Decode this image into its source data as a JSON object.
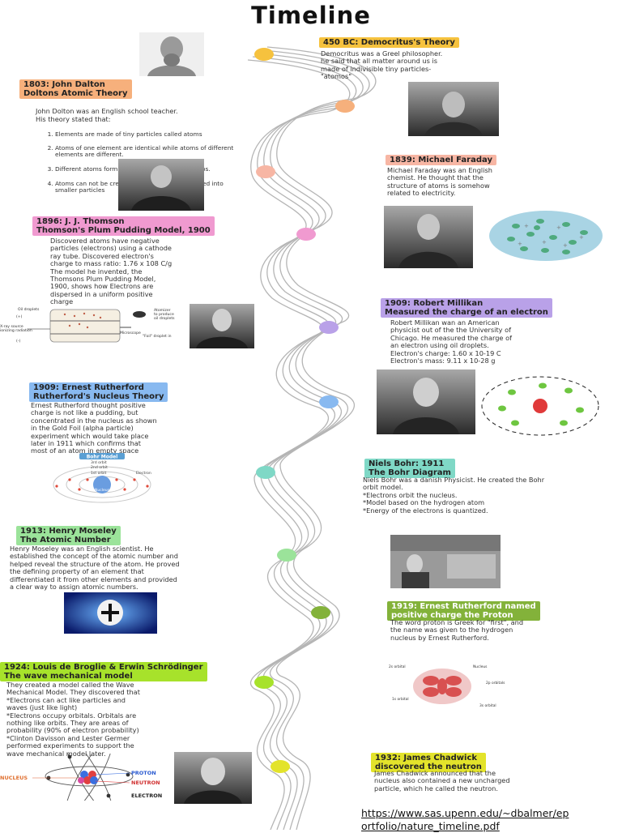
{
  "title": "Timeline",
  "colors": {
    "yellow": "#f6c23e",
    "peach": "#f6b07c",
    "salmon": "#f7b6a4",
    "pink": "#f09ad0",
    "lavender": "#b9a1e8",
    "blue": "#88b9f0",
    "teal": "#7fd8c6",
    "lightgreen": "#9be39a",
    "green": "#83b23a",
    "lime": "#a7e22b",
    "chartreuse": "#e3e32b"
  },
  "events": [
    {
      "label": "450 BC: Democritus's Theory",
      "text": "Democritus was a Greel philosopher.\nhe said that all matter around us is\nmade of indivisible tiny particles-\n\"atomos\""
    },
    {
      "label": "1803: John Dalton\nDoltons Atomic Theory",
      "text": "John Dolton was an English school teacher.\nHis theory stated that:",
      "list": [
        "Elements are made of tiny particles called atoms",
        "Atoms of one element are identical while atoms of different elements are different.",
        "Different atoms form compounds in constant ratios.",
        "Atoms can not be created nor destroyed, or divided into smaller particles"
      ]
    },
    {
      "label": "1839: Michael Faraday",
      "text": "Michael Faraday was an English\nchemist. He thought that the\nstructure of atoms is somehow\nrelated to electricity."
    },
    {
      "label": "1896: J. J. Thomson\nThomson's Plum Pudding Model, 1900",
      "text": "Discovered atoms have negative\nparticles (electrons) using a cathode\nray tube. Discovered electron's\ncharge to mass ratio: 1.76 x 108 C/g\nThe model he invented, the\nThomsons Plum Pudding Model,\n1900, shows how Electrons are\ndispersed in a uniform positive\ncharge"
    },
    {
      "label": "1909: Robert Millikan\nMeasured the charge of an electron",
      "text": "Robert Millikan wan an American\nphysicist out of the the University of\nChicago. He measured the charge of\nan electron using oil droplets.\nElectron's charge: 1.60 x 10-19 C\nElectron's mass: 9.11 x 10-28 g"
    },
    {
      "label": "1909: Ernest Rutherford\nRutherford's Nucleus Theory",
      "text": "Ernest Rutherford thought positive\ncharge is not like a pudding, but\nconcentrated in the nucleus as shown\nin the Gold Foil (alpha particle)\nexperiment which would take place\nlater in 1911 which confirms that\nmost of an atom in empty space"
    },
    {
      "label": "Niels Bohr: 1911\nThe Bohr Diagram",
      "text": "Niels Bohr was a danish Physicist. He created the Bohr\norbit model.\n*Electrons orbit the nucleus.\n*Model based on the hydrogen atom\n*Energy of the electrons is quantized."
    },
    {
      "label": "1913: Henry Moseley\nThe Atomic Number",
      "text": "Henry Moseley was an English scientist. He\nestablished the concept of the atomic number and\nhelped reveal the structure of the atom.  He proved\nthe defining property of an element that\ndifferentiated it from other elements and provided\na clear way to assign atomic numbers."
    },
    {
      "label": "1919: Ernest Rutherford named\npositive charge the Proton",
      "text": "The word proton is Greek for \"first\", and\nthe name was given to the hydrogen\nnucleus by Ernest Rutherford."
    },
    {
      "label": "1924: Louis de Broglie & Erwin Schrödinger\nThe wave mechanical model",
      "text": "They created a model called the Wave\nMechanical Model. They discovered that\n *Electrons can act like particles and\nwaves (just like light)\n*Electrons occupy orbitals. Orbitals are\nnothing like orbits. They are areas of\nprobability (90% of electron probability)\n*Clinton Davisson and Lester Germer\nperformed experiments to support the\nwave mechanical model later."
    },
    {
      "label": "1932: James Chadwick\ndiscovered the neutron",
      "text": "James Chadwick announced that the\nnucleus also contained a new uncharged\nparticle, which he called the neutron."
    }
  ],
  "diagrams": {
    "millikan": {
      "oil": "Oil droplets",
      "xray": "X-ray source\nionizing radiation",
      "atomizer": "Atomizer\nto produce\noil droplets",
      "microscope": "Microscope",
      "foil": "\"Foil\" droplet in\nobservation",
      "plus": "(+)",
      "minus": "(-)"
    },
    "bohr": {
      "title": "Bohr Model",
      "orbit3": "3rd orbit",
      "orbit2": "2nd orbit",
      "orbit1": "1st orbit",
      "electron": "Electron",
      "nucleus": "Nucleus"
    },
    "orbital": {
      "o2s": "2s orbital",
      "nucleus": "Nucleus",
      "o2p": "2p orbitals",
      "o1s": "1s orbital",
      "o3s": "3s orbital"
    },
    "atom": {
      "nucleus": "NUCLEUS",
      "proton": "PROTON",
      "neutron": "NEUTRON",
      "electron": "ELECTRON"
    }
  },
  "source_link": "https://www.sas.upenn.edu/~dbalmer/ep\nortfolio/nature_timeline.pdf"
}
